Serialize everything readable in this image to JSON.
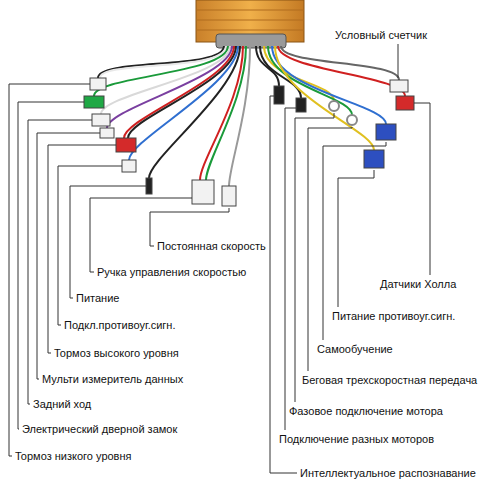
{
  "diagram": {
    "labels": [
      "Условный счетчик",
      "Постоянная скорость",
      "Ручка управления скоростью",
      "Датчики Холла",
      "Питание",
      "Питание противоуг.сигн.",
      "Подкл.противоуг.сигн.",
      "Самообучение",
      "Тормоз высокого уровня",
      "Мульти измеритель данных",
      "Беговая трехскоростная передача",
      "Задний ход",
      "Фазовое подключение мотора",
      "Электрический дверной замок",
      "Подключение разных моторов",
      "Тормоз низкого уровня",
      "Интеллектуальное распознавание"
    ]
  }
}
